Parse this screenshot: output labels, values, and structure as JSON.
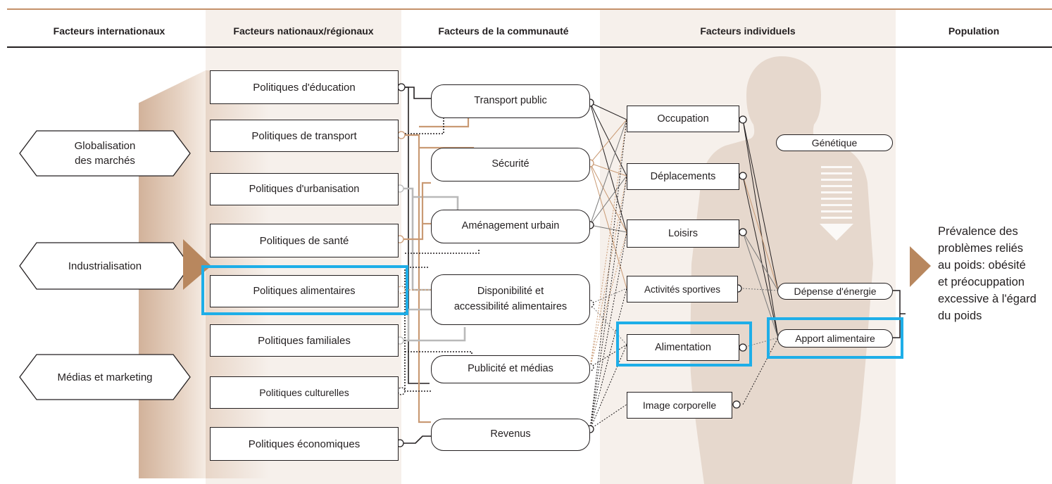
{
  "colors": {
    "accent_rule": "#c4916a",
    "panel": "#f5efea",
    "silhouette": "#e6d8cd",
    "arrow": "#b8875e",
    "highlight": "#1eaee8",
    "link_brown": "#c99a74",
    "link_grey": "#b9b9b9",
    "line_dark": "#231f20"
  },
  "headers": {
    "international": "Facteurs internationaux",
    "national": "Facteurs nationaux/régionaux",
    "community": "Facteurs de la communauté",
    "individual": "Facteurs individuels",
    "population": "Population"
  },
  "international": [
    "Globalisation\ndes marchés",
    "Industrialisation",
    "Médias et marketing"
  ],
  "national": [
    "Politiques d'éducation",
    "Politiques de transport",
    "Politiques d'urbanisation",
    "Politiques de santé",
    "Politiques alimentaires",
    "Politiques familiales",
    "Politiques culturelles",
    "Politiques économiques"
  ],
  "community": [
    "Transport public",
    "Sécurité",
    "Aménagement urbain",
    "Disponibilité et\naccessibilité alimentaires",
    "Publicité et médias",
    "Revenus"
  ],
  "individual": [
    "Occupation",
    "Déplacements",
    "Loisirs",
    "Activités sportives",
    "Alimentation",
    "Image corporelle"
  ],
  "biology": {
    "genetics": "Génétique",
    "energy_expenditure": "Dépense d'énergie",
    "food_intake": "Apport alimentaire"
  },
  "population_outcome": "Prévalence des\nproblèmes reliés\nau poids: obésité\net préocuppation\nexcessive à l'égard\ndu poids",
  "highlighted": [
    "Politiques alimentaires",
    "Alimentation",
    "Apport alimentaire"
  ]
}
